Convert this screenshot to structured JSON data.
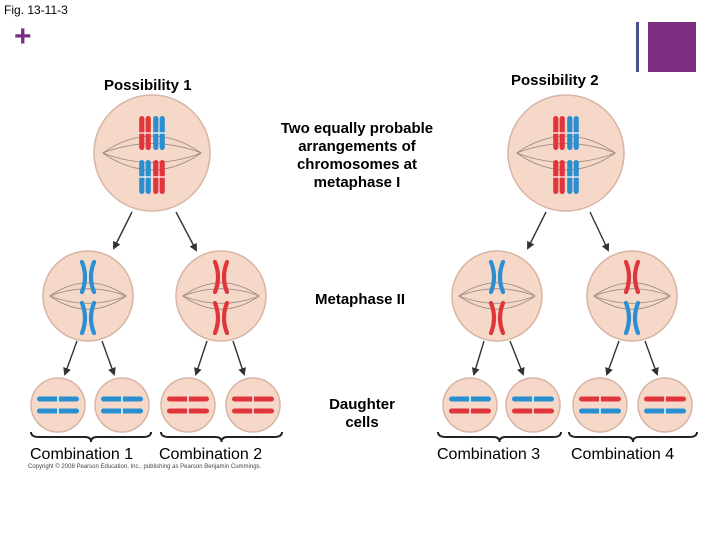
{
  "figure_label": "Fig. 13-11-3",
  "possibility_1": "Possibility 1",
  "possibility_2": "Possibility 2",
  "metaphase_i_caption": "Two equally probable\narrangements of\nchromosomes at\nmetaphase I",
  "metaphase_ii_label": "Metaphase II",
  "daughter_cells_label": "Daughter\ncells",
  "combinations": [
    "Combination 1",
    "Combination 2",
    "Combination 3",
    "Combination 4"
  ],
  "copyright": "Copyright © 2008 Pearson Education, Inc., publishing as Pearson Benjamin Cummings.",
  "colors": {
    "cell_fill": "#f6d8c9",
    "cell_stroke": "#d8b4a4",
    "red_chromosome": "#e0353b",
    "blue_chromosome": "#2a8fd1",
    "accent_purple": "#7b2d80",
    "accent_navy": "#4a4f8e"
  }
}
